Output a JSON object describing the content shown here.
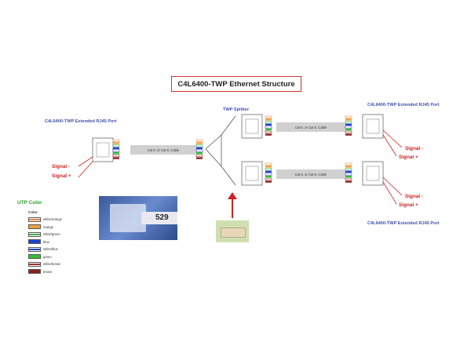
{
  "title": "C4L6400-TWP Ethernet Structure",
  "labels": {
    "left_port": "C4L6400-TWP Extended RJ45 Port",
    "splitter": "TWP Splitter",
    "right_top_port": "C4L6400-TWP Extended RJ45 Port",
    "right_bottom_port": "C4L6400-TWP Extended RJ45 Port"
  },
  "cables": {
    "left": "Cat 5. or Cat 6. Cable",
    "right_top": "Cat 5. or Cat 6. Cable",
    "right_bottom": "Cat 5. or Cat 6. Cable"
  },
  "signals": {
    "left_minus": "Signal -",
    "left_plus": "Signal +",
    "right_top_minus": "Signal -",
    "right_top_plus": "Signal +",
    "right_bottom_minus": "Signal -",
    "right_bottom_plus": "Signal +"
  },
  "legend": {
    "title": "UTP Color",
    "header": "Color",
    "items": [
      {
        "label": "white/orange",
        "color": "#e8883a",
        "striped": true
      },
      {
        "label": "orange",
        "color": "#f0a040",
        "striped": false
      },
      {
        "label": "white/green",
        "color": "#40b040",
        "striped": true
      },
      {
        "label": "blue",
        "color": "#2040d0",
        "striped": false
      },
      {
        "label": "white/blue",
        "color": "#2040d0",
        "striped": true
      },
      {
        "label": "green",
        "color": "#30c030",
        "striped": false
      },
      {
        "label": "white/brown",
        "color": "#a03030",
        "striped": true
      },
      {
        "label": "brown",
        "color": "#8b2020",
        "striped": false
      }
    ]
  },
  "photo_text": "529",
  "colors": {
    "title_border": "#d03030",
    "label_blue": "#3f4fb0",
    "signal_red": "#d02020",
    "legend_green": "#2aa02a",
    "cable_gray": "#d0d0d0",
    "arrow_red": "#d02020"
  }
}
